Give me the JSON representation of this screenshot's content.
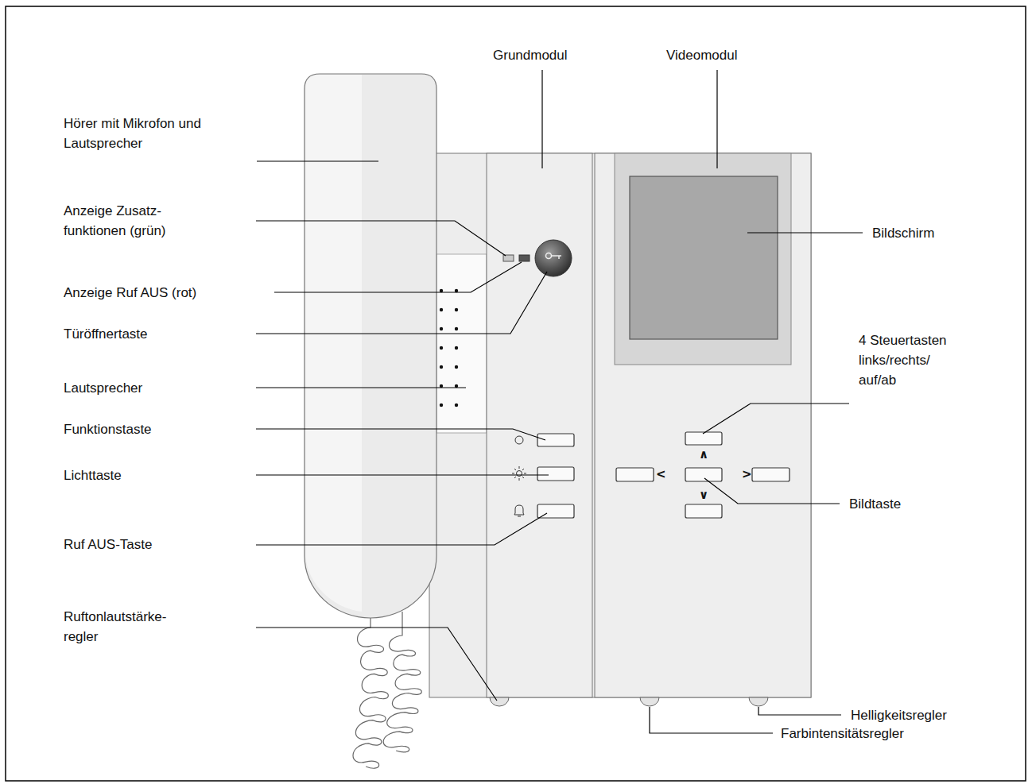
{
  "diagram": {
    "labels": [
      "Grundmodul",
      "Videomodul",
      "Hörer mit Mikrofon und Lautsprecher",
      "Anzeige Zusatz- funktionen (grün)",
      "Anzeige Ruf AUS (rot)",
      "Türöffnertaste",
      "Lautsprecher",
      "Funktionstaste",
      "Lichttaste",
      "Ruf AUS-Taste",
      "Ruftonlautstärke- regler",
      "Bildschirm",
      "4 Steuertasten links/rechts/ auf/ab",
      "Bildtaste",
      "Helligkeitsregler",
      "Farbintensitätsregler",
      "∧",
      "<",
      ">",
      "∨"
    ]
  }
}
